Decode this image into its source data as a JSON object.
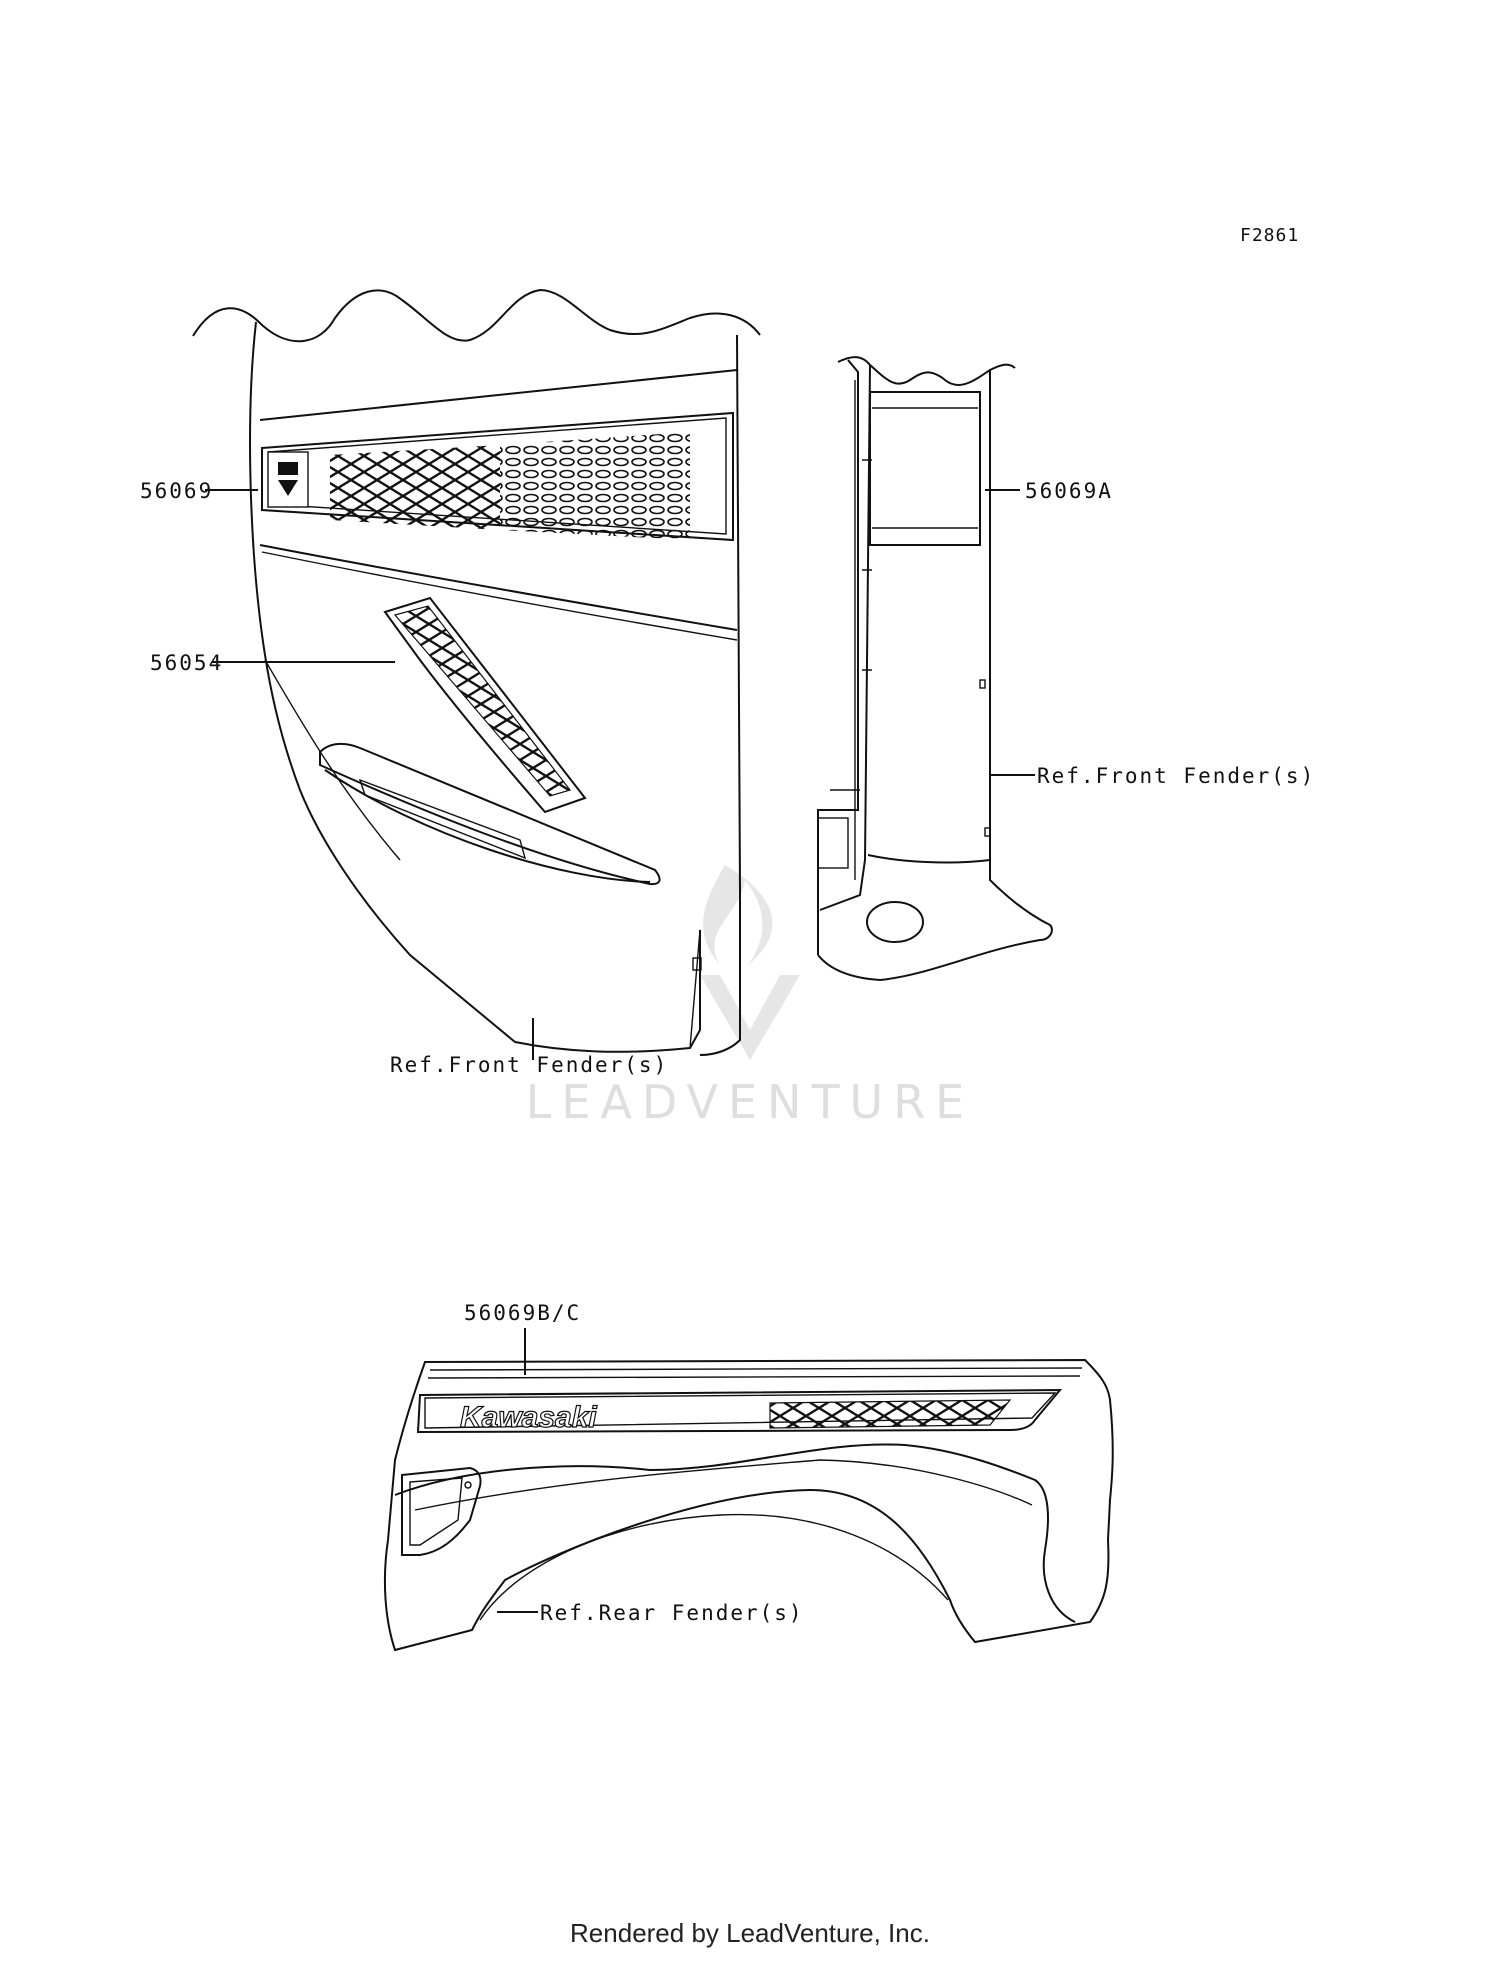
{
  "figure_code": "F2861",
  "watermark": "LEADVENTURE",
  "callouts": {
    "c56069": "56069",
    "c56069a": "56069A",
    "c56054": "56054",
    "c56069bc": "56069B/C",
    "ref_front_fender_1": "Ref.Front Fender(s)",
    "ref_front_fender_2": "Ref.Front Fender(s)",
    "ref_rear_fender": "Ref.Rear Fender(s)"
  },
  "decal_text": "Kawasaki",
  "footer": "Rendered by LeadVenture, Inc."
}
